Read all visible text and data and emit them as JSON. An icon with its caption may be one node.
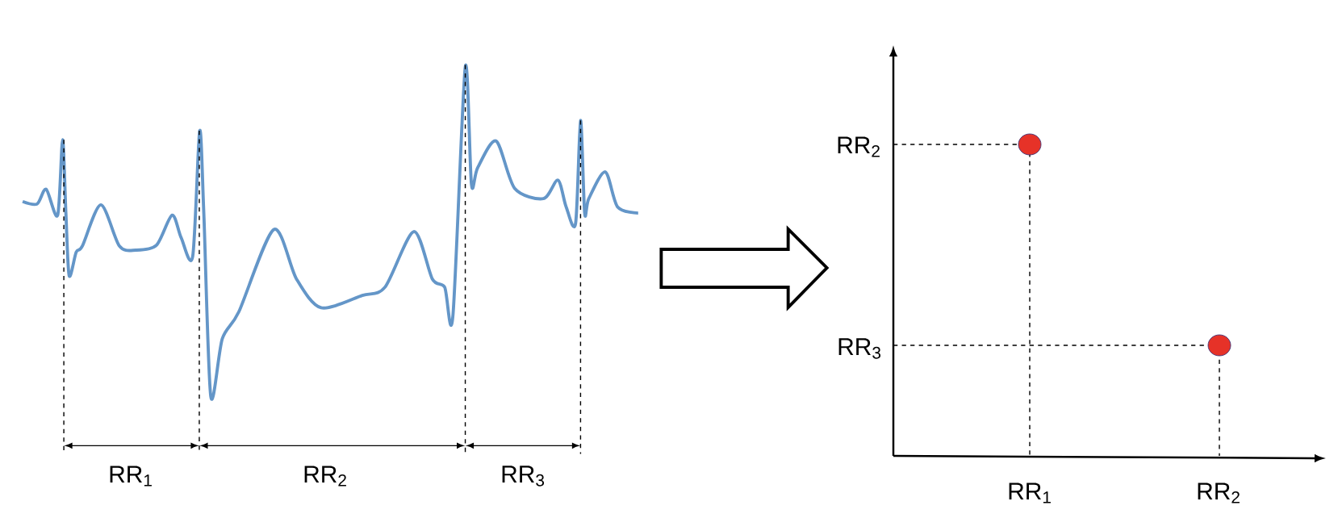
{
  "diagram": {
    "nodes": [
      {
        "text": [],
        "shape": "picture"
      },
      {
        "text": [],
        "shape": "picture"
      }
    ],
    "edges": [
      {
        "from": 0,
        "to": 1,
        "arrow": "to"
      }
    ],
    "labels": [
      "RR$_{1}$",
      "RR$_{2}$",
      "RR$_{3}$",
      "RR$_{2}$",
      "RR$_{3}$",
      "RR$_{1}$",
      "RR$_{2}$"
    ]
  }
}
